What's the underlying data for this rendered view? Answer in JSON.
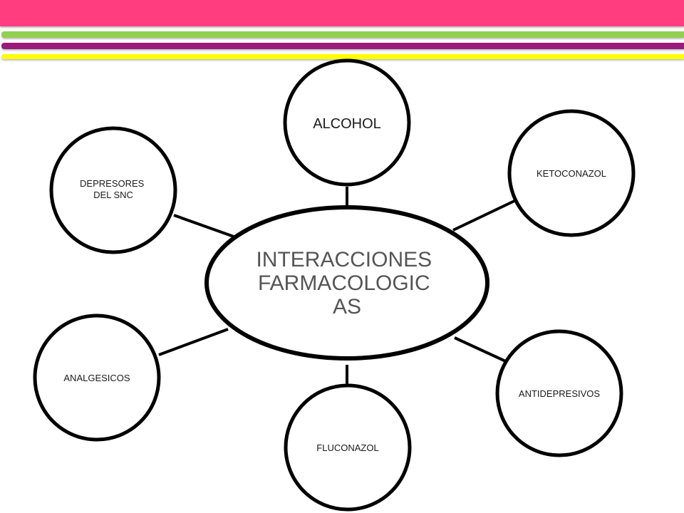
{
  "colors": {
    "band_pink": "#ff3d7f",
    "band_green": "#92d050",
    "band_purple": "#9b1b7a",
    "band_yellow": "#ffff00",
    "stroke": "#000000"
  },
  "center": {
    "lines": [
      "INTERACCIONES",
      "FARMACOLOGIC",
      "AS"
    ]
  },
  "nodes": [
    {
      "id": "alcohol",
      "lines": [
        "ALCOHOL"
      ]
    },
    {
      "id": "ketoconazol",
      "lines": [
        "KETOCONAZOL"
      ]
    },
    {
      "id": "antidepresivos",
      "lines": [
        "ANTIDEPRESIVOS"
      ]
    },
    {
      "id": "fluconazol",
      "lines": [
        "FLUCONAZOL"
      ]
    },
    {
      "id": "analgesicos",
      "lines": [
        "ANALGESICOS"
      ]
    },
    {
      "id": "depresores",
      "lines": [
        "DEPRESORES",
        "DEL SNC"
      ]
    }
  ]
}
